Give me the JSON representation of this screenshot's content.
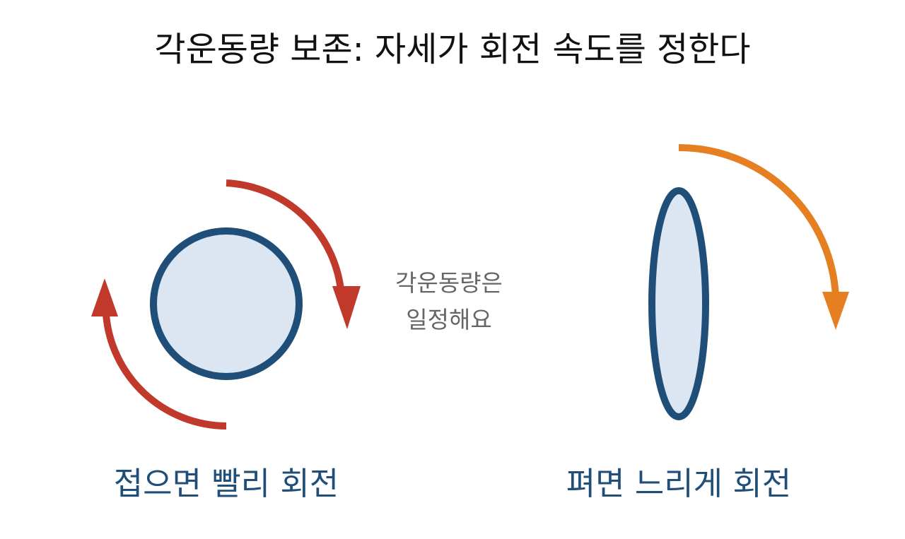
{
  "title": "각운동량 보존: 자세가 회전 속도를 정한다",
  "center_note": {
    "line1": "각운동량은",
    "line2": "일정해요"
  },
  "left_panel": {
    "caption": "접으면 빨리 회전",
    "arrow_icon": "clockwise-arc-arrow-icon",
    "shape_icon": "circle-icon"
  },
  "right_panel": {
    "caption": "펴면 느리게 회전",
    "arrow_icon": "clockwise-arc-arrow-icon",
    "shape_icon": "ellipse-icon"
  },
  "colors": {
    "title": "#111111",
    "caption": "#1f4e79",
    "note": "#666666",
    "shape_stroke": "#1f4e79",
    "shape_fill": "#dce6f2",
    "fast_arrow": "#c0392b",
    "slow_arrow": "#e67e22"
  }
}
